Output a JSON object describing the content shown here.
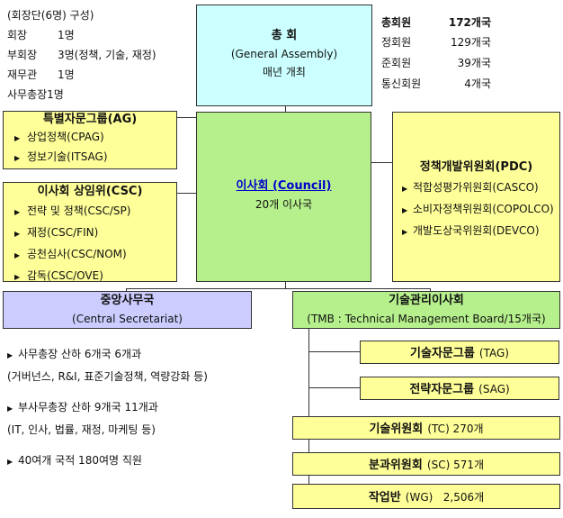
{
  "leadership": {
    "heading": "(회장단(6명) 구성)",
    "rows": [
      {
        "role": "회장",
        "count": "1명"
      },
      {
        "role": "부회장",
        "count": "3명(정책, 기술, 재정)"
      },
      {
        "role": "재무관",
        "count": "1명"
      },
      {
        "role": "사무총장",
        "count": "1명"
      }
    ]
  },
  "general_assembly": {
    "title": "총 회",
    "subtitle": "(General Assembly)",
    "note": "매년 개최"
  },
  "membership": {
    "total_label": "총회원",
    "total_value": "172개국",
    "rows": [
      {
        "label": "정회원",
        "value": "129개국"
      },
      {
        "label": "준회원",
        "value": "39개국"
      },
      {
        "label": "통신회원",
        "value": "4개국"
      }
    ]
  },
  "ag": {
    "title": "특별자문그룹(AG)",
    "items": [
      "상업정책(CPAG)",
      "정보기술(ITSAG)"
    ]
  },
  "csc": {
    "title": "이사회 상임위(CSC)",
    "items": [
      "전략 및 정책(CSC/SP)",
      "재정(CSC/FIN)",
      "공천심사(CSC/NOM)",
      "감독(CSC/OVE)"
    ]
  },
  "council": {
    "title": "이사회 (Council)",
    "note": "20개 이사국"
  },
  "pdc": {
    "title": "정책개발위원회(PDC)",
    "items": [
      "적합성평가위원회(CASCO)",
      "소비자정책위원회(COPOLCO)",
      "개발도상국위원회(DEVCO)"
    ]
  },
  "secretariat": {
    "title": "중앙사무국",
    "subtitle": "(Central Secretariat)",
    "notes": [
      {
        "line1": "사무총장 산하 6개국 6개과",
        "line2": "(거버넌스, R&I, 표준기술정책, 역량강화 등)"
      },
      {
        "line1": "부사무총장 산하 9개국 11개과",
        "line2": "(IT, 인사, 법률, 재정, 마케팅 등)"
      },
      {
        "line1": "40여개 국적 180여명 직원",
        "line2": ""
      }
    ]
  },
  "tmb": {
    "title": "기술관리이사회",
    "subtitle": "(TMB : Technical Management Board/15개국)"
  },
  "tag": {
    "label": "기술자문그룹",
    "abbr": "(TAG)"
  },
  "sag": {
    "label": "전략자문그룹",
    "abbr": "(SAG)"
  },
  "tc": {
    "label": "기술위원회",
    "detail": "(TC) 270개"
  },
  "sc": {
    "label": "분과위원회",
    "detail": "(SC) 571개"
  },
  "wg": {
    "label": "작업반",
    "detail": "(WG)   2,506개"
  },
  "colors": {
    "cyan": "#ccffff",
    "yellow": "#ffff99",
    "green": "#b6f08c",
    "lavender": "#ccccff",
    "link": "#0000cc"
  }
}
